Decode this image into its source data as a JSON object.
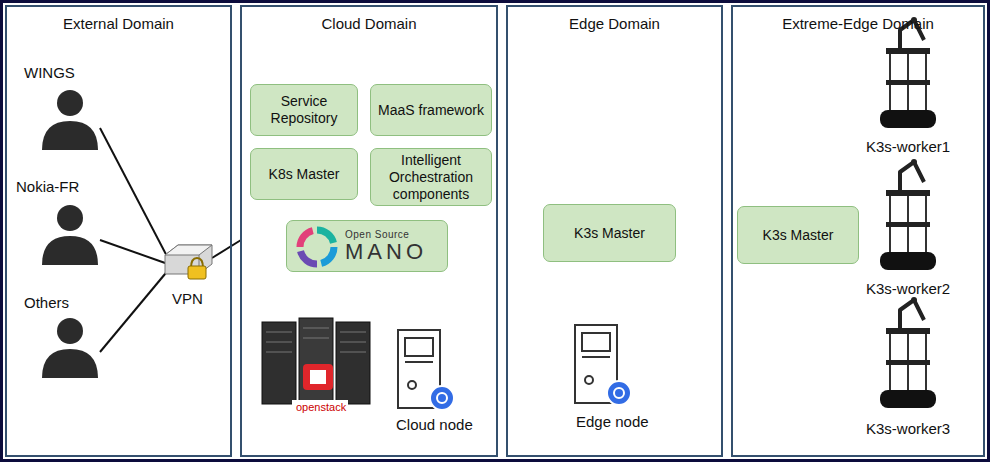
{
  "diagram": {
    "nodes": [
      {
        "text": [
          "External Domain"
        ]
      },
      {
        "text": [
          "Cloud Domain"
        ]
      },
      {
        "text": [
          "Edge Domain"
        ]
      },
      {
        "text": [
          "Extreme-Edge Domain"
        ]
      },
      {
        "text": [
          "Service Repository"
        ],
        "in": 1
      },
      {
        "text": [
          "MaaS framework"
        ],
        "in": 1
      },
      {
        "text": [
          "K8s Master"
        ],
        "in": 1
      },
      {
        "text": [
          "Intelligent Orchestration components"
        ],
        "in": 1
      },
      {
        "text": [
          "Open Source",
          "MANO"
        ],
        "in": 1
      },
      {
        "text": [
          "K3s Master"
        ],
        "in": 2
      },
      {
        "text": [
          "K3s Master"
        ],
        "in": 3
      }
    ],
    "labels": [
      "WINGS",
      "Nokia-FR",
      "Others",
      "VPN",
      "openstack",
      "Cloud node",
      "Edge node",
      "K3s-worker1",
      "K3s-worker2",
      "K3s-worker3"
    ]
  }
}
